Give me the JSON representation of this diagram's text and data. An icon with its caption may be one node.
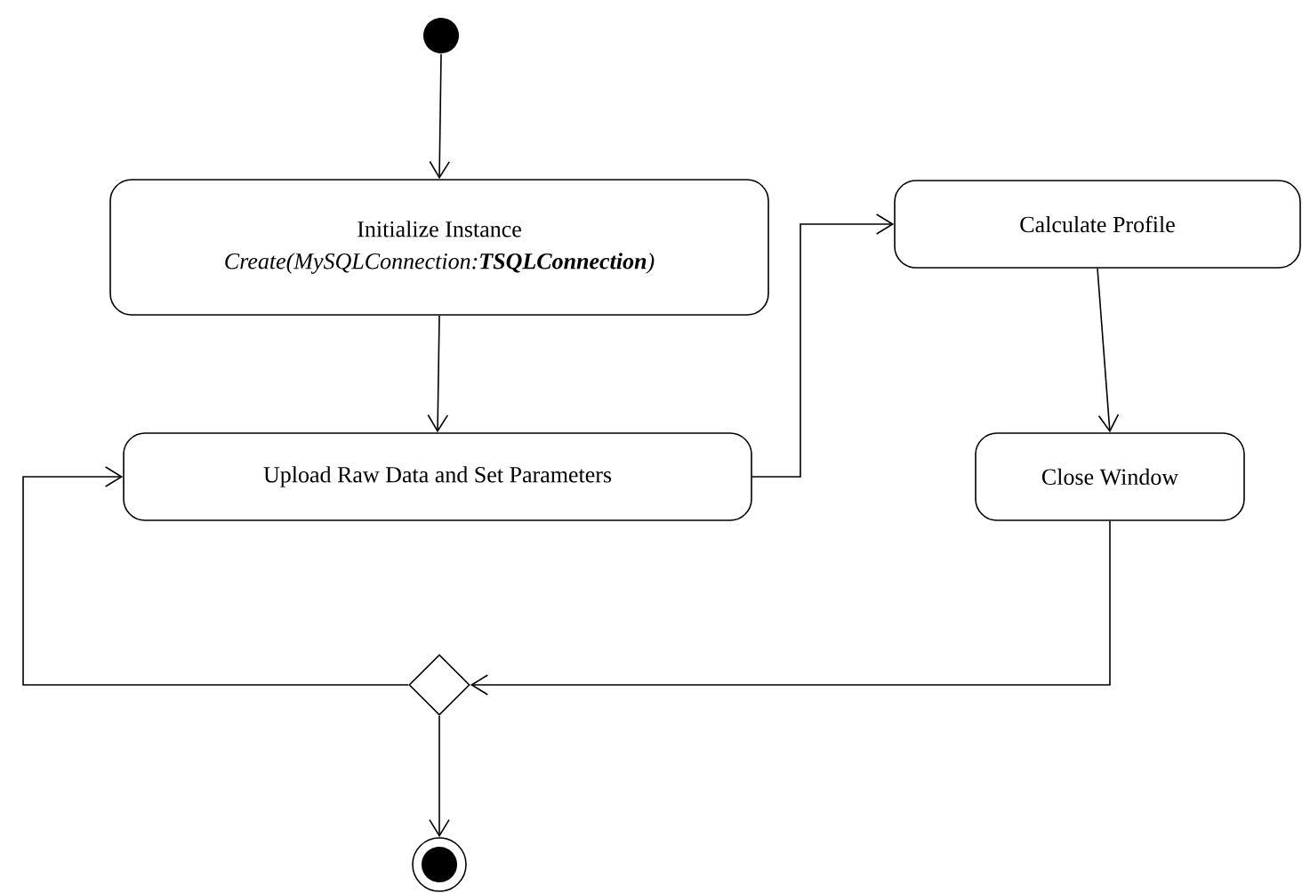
{
  "diagram": {
    "nodes": [
      {
        "text": [],
        "shape": "circle"
      },
      {
        "text": [
          "Initialize Instance",
          "Create(MySQLConnection:**TSQLConnection**)"
        ]
      },
      {
        "text": [
          "Calculate Profile"
        ]
      },
      {
        "text": [
          "Upload Raw Data and Set Parameters"
        ]
      },
      {
        "text": [
          "Close Window"
        ]
      },
      {
        "text": [],
        "shape": "diamond"
      },
      {
        "text": [],
        "shape": "bullseye"
      }
    ],
    "edges": [
      {
        "from": 0,
        "to": 1,
        "arrow": "to"
      },
      {
        "from": 1,
        "to": 3,
        "arrow": "to"
      },
      {
        "from": 3,
        "to": 2,
        "arrow": "to"
      },
      {
        "from": 2,
        "to": 4,
        "arrow": "to"
      },
      {
        "from": 4,
        "to": 5,
        "arrow": "to"
      },
      {
        "from": 5,
        "to": 3,
        "arrow": "to"
      },
      {
        "from": 5,
        "to": 6,
        "arrow": "to"
      }
    ]
  }
}
